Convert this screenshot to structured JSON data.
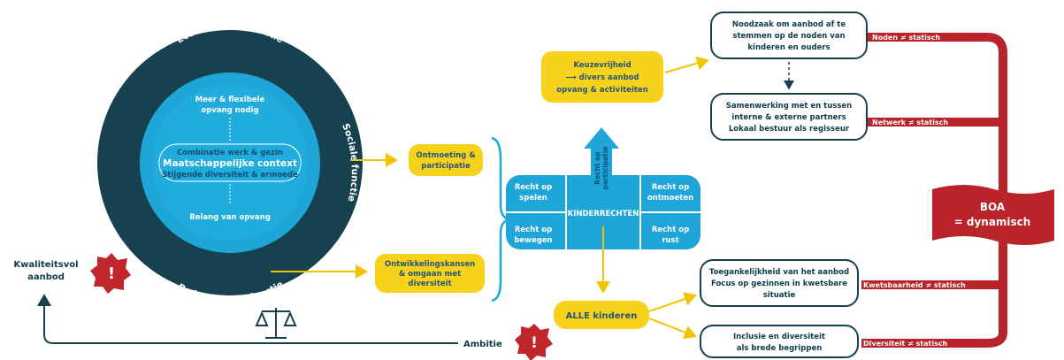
{
  "circle": {
    "top": "Economische functie",
    "right": "Sociale functie",
    "bottom": "Pedagogische functie",
    "inner_top_1": "Meer & flexibele",
    "inner_top_2": "opvang nodig",
    "center_line1": "Combinatie werk & gezin",
    "center_line2": "Maatschappelijke context",
    "center_line3": "Stijgende diversiteit & armoede",
    "inner_bottom": "Belang van opvang"
  },
  "yellow": {
    "keuze_1": "Keuzevrijheid",
    "keuze_2": "⟶ divers aanbod",
    "keuze_3": "opvang & activiteiten",
    "ontmoeting_1": "Ontmoeting &",
    "ontmoeting_2": "participatie",
    "ontwikkel_1": "Ontwikkelingskansen",
    "ontwikkel_2": "& omgaan met",
    "ontwikkel_3": "diversiteit",
    "alle": "ALLE kinderen"
  },
  "rights": {
    "center": "KINDERRECHTEN",
    "arrow_1": "Recht op",
    "arrow_2": "participatie",
    "tl_1": "Recht op",
    "tl_2": "spelen",
    "tr_1": "Recht op",
    "tr_2": "ontmoeten",
    "bl_1": "Recht op",
    "bl_2": "bewegen",
    "br_1": "Recht op",
    "br_2": "rust"
  },
  "boxes": {
    "noodzaak_1": "Noodzaak om aanbod af te",
    "noodzaak_2": "stemmen op de noden van",
    "noodzaak_3": "kinderen en ouders",
    "samen_1": "Samenwerking met en tussen",
    "samen_2": "interne & externe partners",
    "samen_3": "Lokaal bestuur als regisseur",
    "toeg_1": "Toegankelijkheid van het aanbod",
    "toeg_2": "Focus op gezinnen in kwetsbare",
    "toeg_3": "situatie",
    "incl_1": "Inclusie en diversiteit",
    "incl_2": "als brede begrippen"
  },
  "tags": {
    "noden": "Noden ≠ statisch",
    "netwerk": "Netwerk ≠ statisch",
    "kwets": "Kwetsbaarheid ≠ statisch",
    "divers": "Diversiteit ≠ statisch"
  },
  "boa": {
    "line1": "BOA",
    "line2": "= dynamisch"
  },
  "left": {
    "kwal_1": "Kwaliteitsvol",
    "kwal_2": "aanbod",
    "ambitie": "Ambitie"
  },
  "colors": {
    "dark_ring": "#17414f",
    "inner_blue": "#1ea6d8",
    "yellow": "#f7d21a",
    "red": "#b8242a",
    "box_border": "#17414f"
  }
}
